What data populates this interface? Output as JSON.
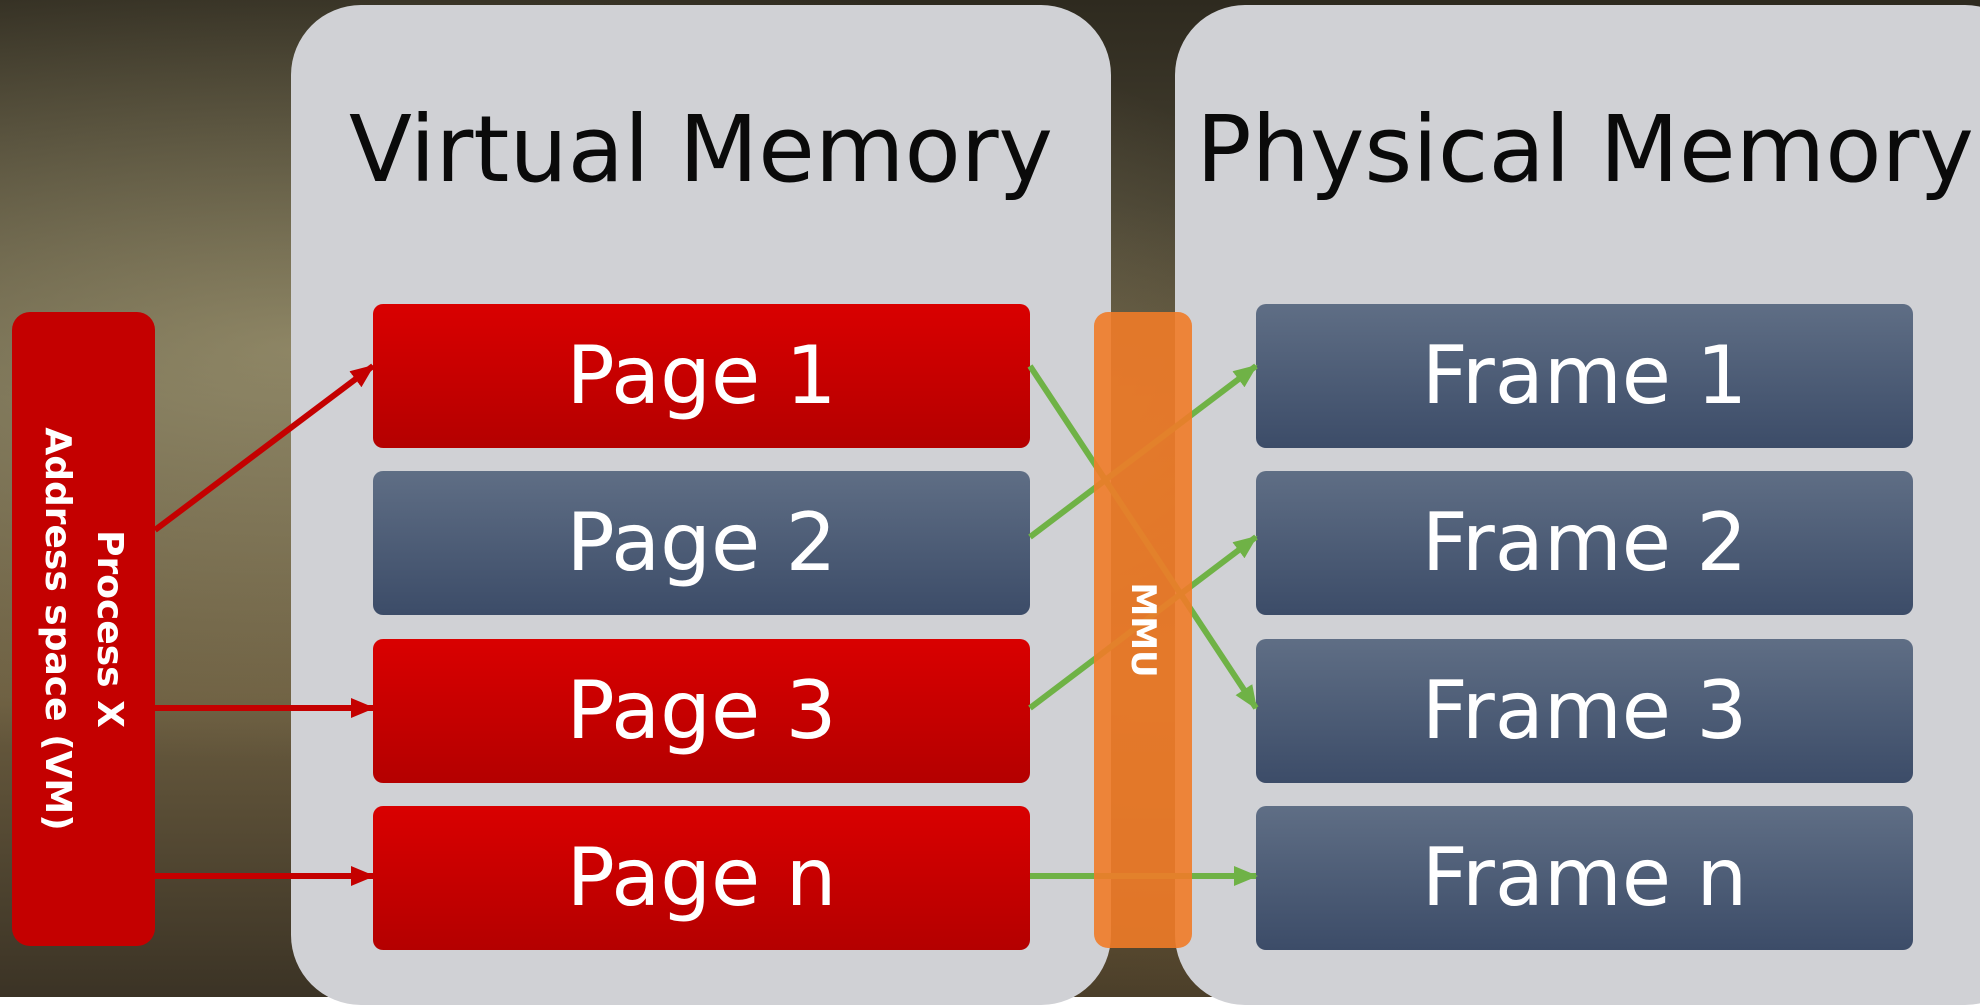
{
  "virtual_memory": {
    "title": "Virtual Memory",
    "pages": [
      {
        "label": "Page 1",
        "color": "#cc0000"
      },
      {
        "label": "Page 2",
        "color": "#4b5a74"
      },
      {
        "label": "Page 3",
        "color": "#cc0000"
      },
      {
        "label": "Page n",
        "color": "#cc0000"
      }
    ]
  },
  "physical_memory": {
    "title": "Physical Memory",
    "frames": [
      {
        "label": "Frame 1"
      },
      {
        "label": "Frame 2"
      },
      {
        "label": "Frame 3"
      },
      {
        "label": "Frame n"
      }
    ]
  },
  "process": {
    "label": "Process X\nAddress space (VM)",
    "color": "#c40000"
  },
  "mmu": {
    "label": "MMU",
    "color": "#f07b28"
  },
  "mappings": [
    {
      "from": "Process X",
      "to": "Page 1",
      "color": "#c40000"
    },
    {
      "from": "Process X",
      "to": "Page 3",
      "color": "#c40000"
    },
    {
      "from": "Process X",
      "to": "Page n",
      "color": "#c40000"
    },
    {
      "from": "Page 1",
      "to": "Frame 3",
      "color": "#6fb246"
    },
    {
      "from": "Page 2",
      "to": "Frame 1",
      "color": "#6fb246"
    },
    {
      "from": "Page 3",
      "to": "Frame 2",
      "color": "#6fb246"
    },
    {
      "from": "Page n",
      "to": "Frame n",
      "color": "#6fb246"
    }
  ]
}
